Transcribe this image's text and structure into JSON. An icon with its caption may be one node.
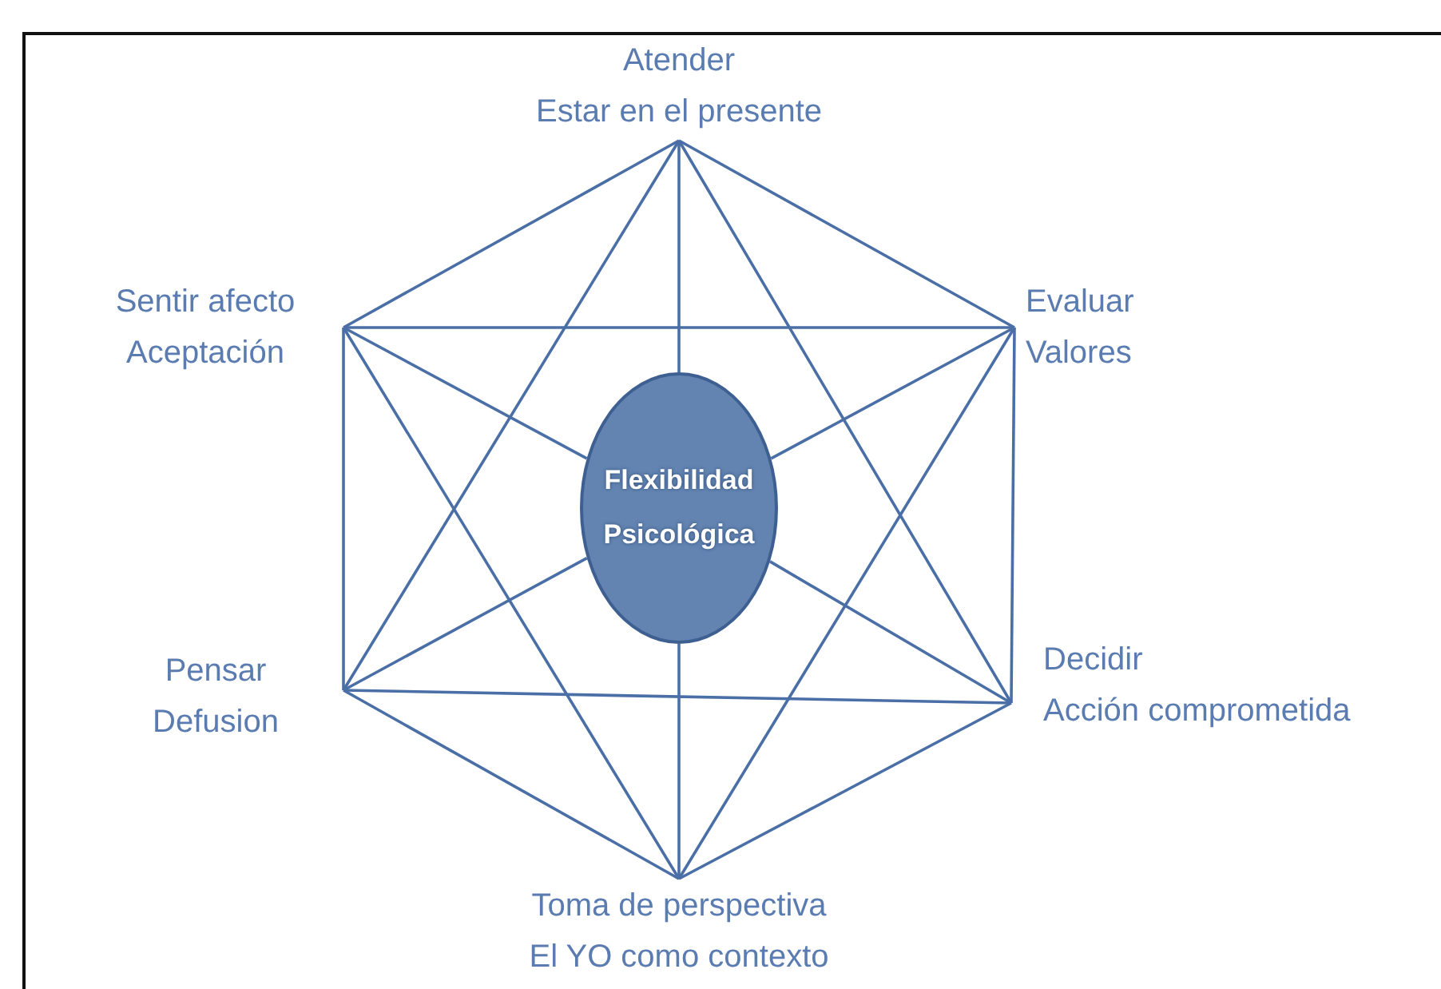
{
  "diagram": {
    "nodes": [
      {
        "text": [
          "Atender",
          "Estar en el presente"
        ]
      },
      {
        "text": [
          "Sentir afecto",
          "Aceptación"
        ]
      },
      {
        "text": [
          "Evaluar",
          "Valores"
        ]
      },
      {
        "text": [
          "Flexibilidad Psicológica"
        ]
      },
      {
        "text": [
          "Pensar",
          "Defusion"
        ]
      },
      {
        "text": [
          "Decidir",
          "Acción comprometida"
        ]
      },
      {
        "text": [
          "Toma de perspectiva",
          "El YO como contexto"
        ]
      }
    ],
    "edges": [
      {
        "from": 0,
        "to": 2,
        "arrow": "none"
      },
      {
        "from": 2,
        "to": 5,
        "arrow": "none"
      },
      {
        "from": 5,
        "to": 6,
        "arrow": "none"
      },
      {
        "from": 6,
        "to": 4,
        "arrow": "none"
      },
      {
        "from": 4,
        "to": 1,
        "arrow": "none"
      },
      {
        "from": 1,
        "to": 0,
        "arrow": "none"
      },
      {
        "from": 0,
        "to": 5,
        "arrow": "none"
      },
      {
        "from": 0,
        "to": 4,
        "arrow": "none"
      },
      {
        "from": 1,
        "to": 2,
        "arrow": "none"
      },
      {
        "from": 1,
        "to": 6,
        "arrow": "none"
      },
      {
        "from": 2,
        "to": 6,
        "arrow": "none"
      },
      {
        "from": 4,
        "to": 5,
        "arrow": "none"
      },
      {
        "from": 0,
        "to": 3,
        "arrow": "none"
      },
      {
        "from": 1,
        "to": 3,
        "arrow": "none"
      },
      {
        "from": 2,
        "to": 3,
        "arrow": "none"
      },
      {
        "from": 5,
        "to": 3,
        "arrow": "none"
      },
      {
        "from": 4,
        "to": 3,
        "arrow": "none"
      },
      {
        "from": 6,
        "to": 3,
        "arrow": "none"
      }
    ]
  }
}
